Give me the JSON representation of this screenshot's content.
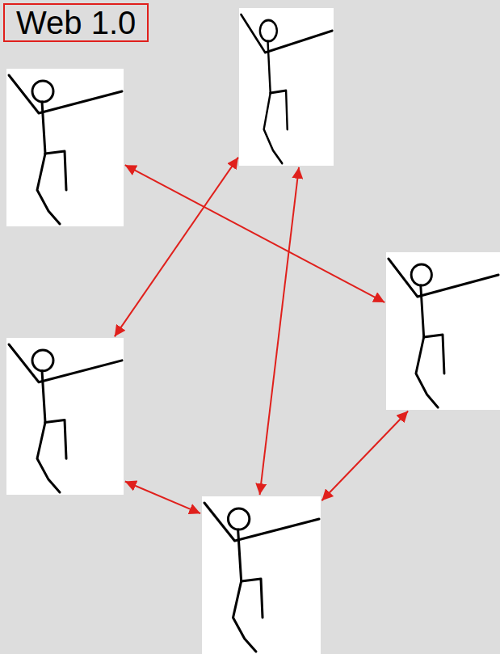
{
  "diagram": {
    "title": "Web 1.0",
    "nodes": [
      {
        "text": []
      },
      {
        "text": []
      },
      {
        "text": []
      },
      {
        "text": []
      },
      {
        "text": []
      }
    ],
    "edges": [
      {
        "from": 0,
        "to": 3,
        "arrow": "both"
      },
      {
        "from": 0,
        "to": 4,
        "arrow": "both"
      },
      {
        "from": 1,
        "to": 2,
        "arrow": "both"
      },
      {
        "from": 3,
        "to": 4,
        "arrow": "both"
      },
      {
        "from": 4,
        "to": 2,
        "arrow": "both"
      }
    ]
  }
}
